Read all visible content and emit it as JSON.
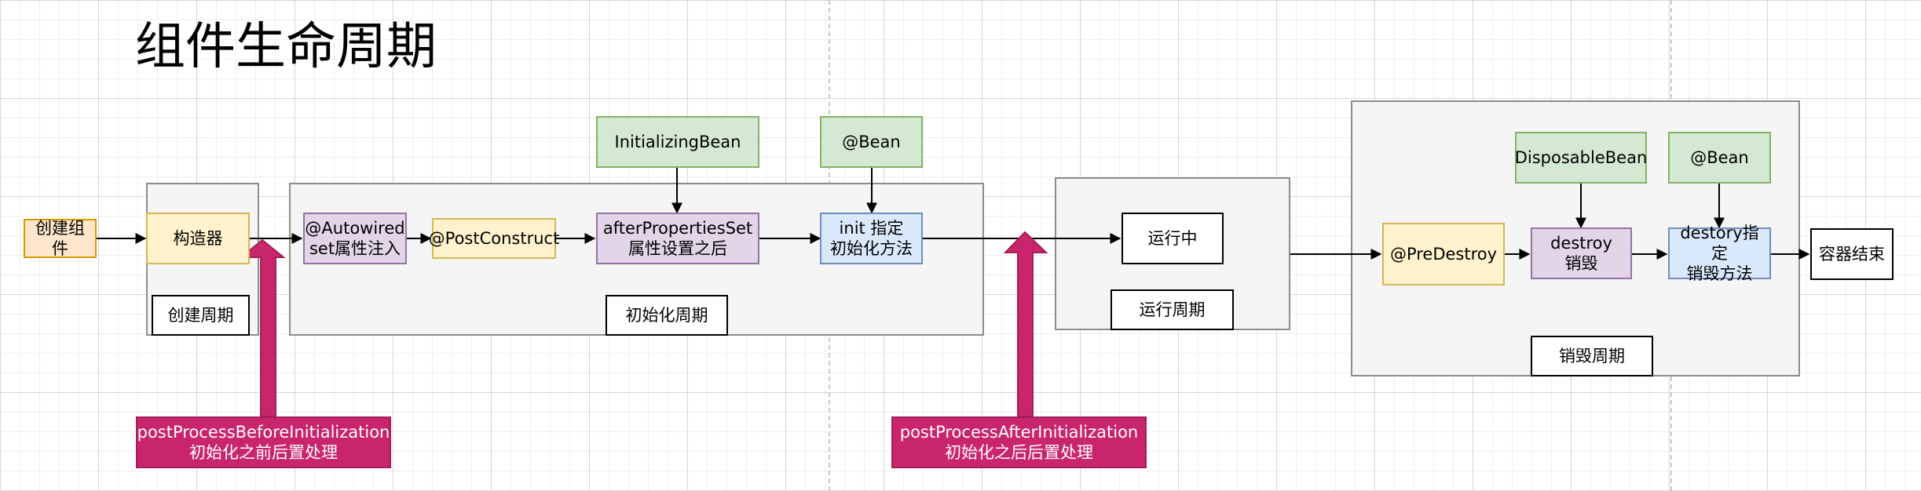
{
  "title": "组件生命周期",
  "colors": {
    "pink": "#c9256c",
    "orange_fill": "#ffe6cc",
    "yellow_fill": "#fff2cc",
    "purple_fill": "#e1d5e7",
    "green_fill": "#d5e8d4",
    "blue_fill": "#dae8fc",
    "group_fill": "#f5f5f5"
  },
  "nodes": {
    "create_component": "创建组件",
    "constructor": "构造器",
    "create_phase": "创建周期",
    "autowired": "@Autowired\nset属性注入",
    "post_construct": "@PostConstruct",
    "after_properties_set": "afterPropertiesSet\n属性设置之后",
    "initializing_bean": "InitializingBean",
    "bean_init": "@Bean",
    "init_method": "init 指定\n初始化方法",
    "init_phase": "初始化周期",
    "running": "运行中",
    "run_phase": "运行周期",
    "pre_destroy": "@PreDestroy",
    "disposable_bean": "DisposableBean",
    "destroy": "destroy\n销毁",
    "bean_destroy": "@Bean",
    "destroy_method": "destory指定\n销毁方法",
    "container_end": "容器结束",
    "destroy_phase": "销毁周期"
  },
  "processors": {
    "before": "postProcessBeforeInitialization\n初始化之前后置处理",
    "after": "postProcessAfterInitialization\n初始化之后后置处理"
  }
}
